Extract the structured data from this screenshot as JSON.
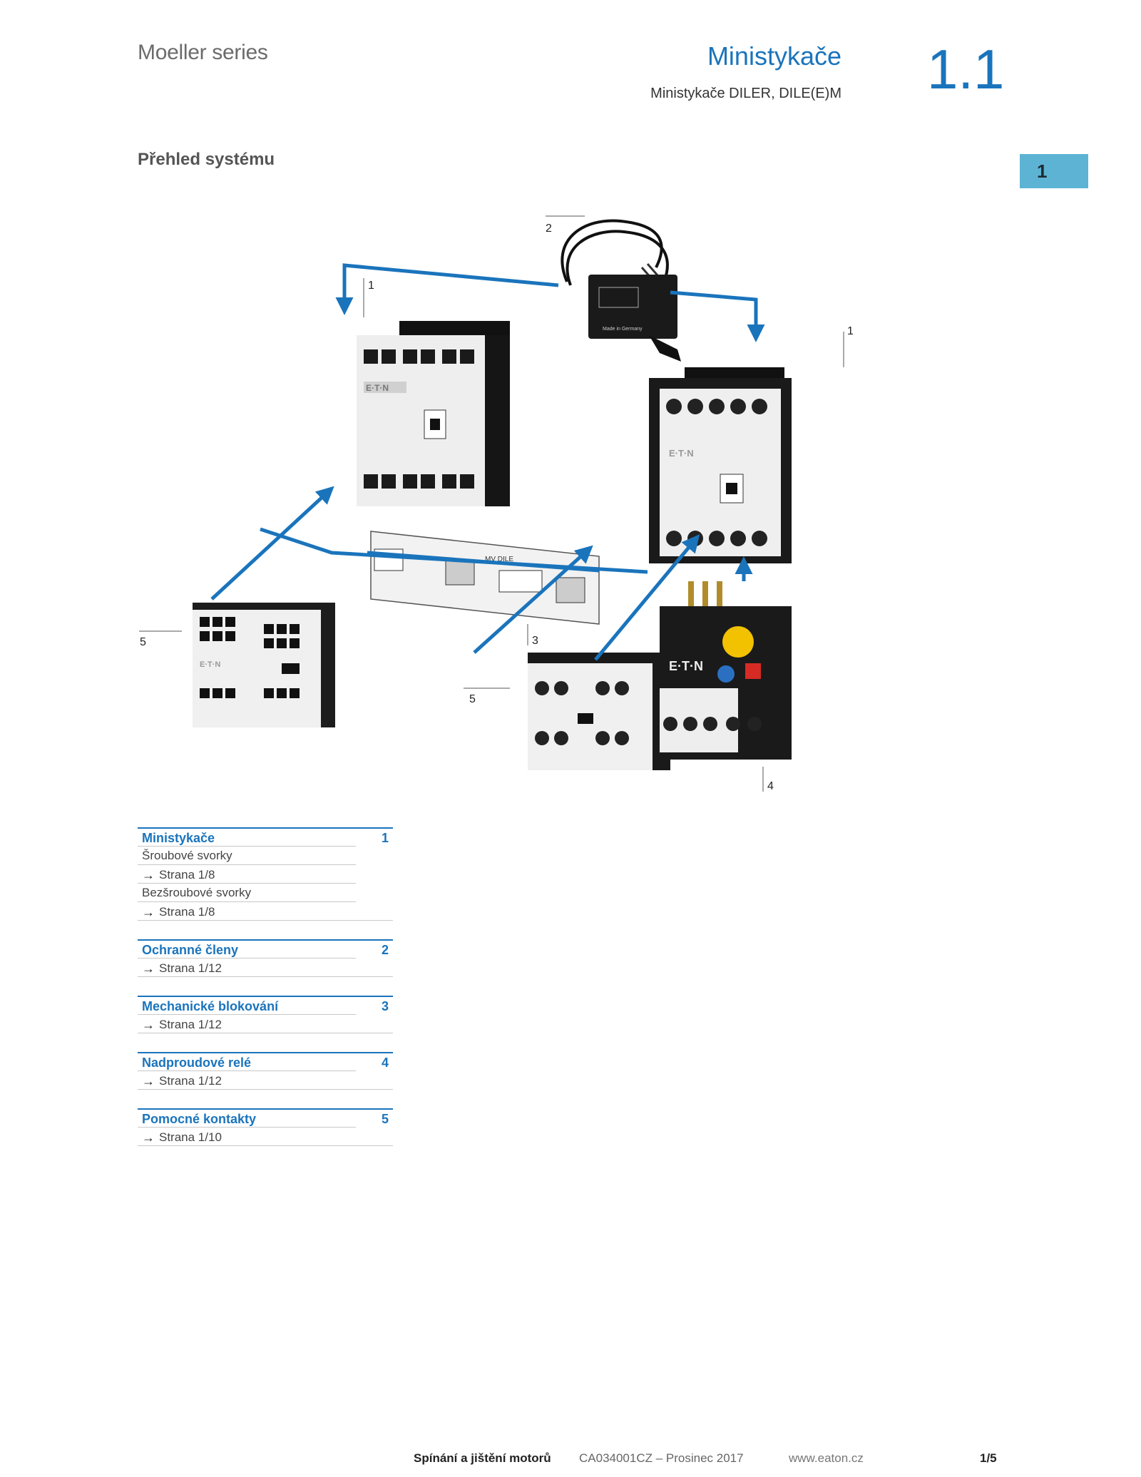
{
  "header": {
    "series": "Moeller series",
    "section_title": "Ministykače",
    "section_subtitle": "Ministykače DILER, DILE(E)M",
    "section_number": "1.1",
    "chapter_tab": "1"
  },
  "overview_title": "Přehled systému",
  "diagram": {
    "labels": [
      "1",
      "2",
      "1",
      "3",
      "5",
      "5",
      "4"
    ],
    "device_text": {
      "brand": "E·T·N",
      "brand_full": "E·T·N",
      "interlock": "MV DILE",
      "made_in": "Made in Germany"
    },
    "accent_color": "#1a74bc"
  },
  "toc": [
    {
      "title": "Ministykače",
      "number": "1",
      "rows": [
        {
          "type": "text",
          "text": "Šroubové svorky"
        },
        {
          "type": "link",
          "text": "Strana 1/8"
        },
        {
          "type": "text",
          "text": "Bezšroubové svorky"
        },
        {
          "type": "link",
          "text": "Strana 1/8"
        }
      ]
    },
    {
      "title": "Ochranné členy",
      "number": "2",
      "rows": [
        {
          "type": "link",
          "text": "Strana 1/12"
        }
      ]
    },
    {
      "title": "Mechanické blokování",
      "number": "3",
      "rows": [
        {
          "type": "link",
          "text": "Strana 1/12"
        }
      ]
    },
    {
      "title": "Nadproudové relé",
      "number": "4",
      "rows": [
        {
          "type": "link",
          "text": "Strana 1/12"
        }
      ]
    },
    {
      "title": "Pomocné kontakty",
      "number": "5",
      "rows": [
        {
          "type": "link",
          "text": "Strana 1/10"
        }
      ]
    }
  ],
  "footer": {
    "title": "Spínání a jištění motorů",
    "code": "CA034001CZ – Prosinec 2017",
    "url": "www.eaton.cz",
    "page": "1/5"
  }
}
